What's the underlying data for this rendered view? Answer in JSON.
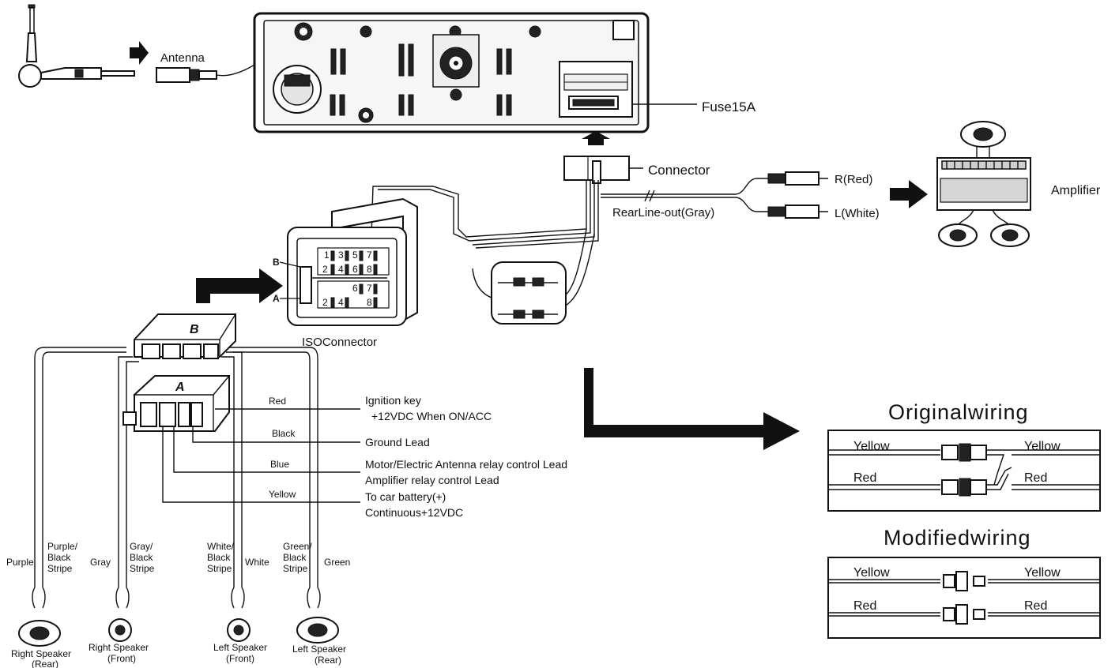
{
  "head_unit": {
    "antenna_label": "Antenna",
    "fuse_label": "Fuse15A",
    "connector_label": "Connector",
    "iso_connector_label": "ISOConnector",
    "iso_pin_label_b": "B",
    "iso_pin_label_a": "A",
    "iso_pins_b": [
      "1",
      "3",
      "5",
      "7",
      "2",
      "4",
      "6",
      "8"
    ],
    "iso_pins_a": [
      "6",
      "7",
      "2",
      "4",
      "8"
    ],
    "plug_b_letter": "B",
    "plug_a_letter": "A"
  },
  "line_out": {
    "rear_line_out_label": "RearLine-out(Gray)",
    "right_label": "R(Red)",
    "left_label": "L(White)",
    "amplifier_label": "Amplifier"
  },
  "power_leads": [
    {
      "color": "Red",
      "description_line1": "Ignition key",
      "description_line2": "+12VDC When ON/ACC"
    },
    {
      "color": "Black",
      "description_line1": "Ground Lead",
      "description_line2": ""
    },
    {
      "color": "Blue",
      "description_line1": "Motor/Electric Antenna relay control Lead",
      "description_line2": "Amplifier relay control Lead"
    },
    {
      "color": "Yellow",
      "description_line1": "To car battery(+)",
      "description_line2": "Continuous+12VDC"
    }
  ],
  "speakers": [
    {
      "name": "Right Speaker",
      "position": "(Rear)",
      "wire_neg": "Purple/ Black Stripe",
      "wire_pos": "Purple"
    },
    {
      "name": "Right Speaker",
      "position": "(Front)",
      "wire_neg": "Gray/ Black Stripe",
      "wire_pos": "Gray"
    },
    {
      "name": "Left Speaker",
      "position": "(Front)",
      "wire_neg": "White/ Black Stripe",
      "wire_pos": "White"
    },
    {
      "name": "Left Speaker",
      "position": "(Rear)",
      "wire_neg": "Green/ Black Stripe",
      "wire_pos": "Green"
    }
  ],
  "wiring_panels": {
    "original_title": "Originalwiring",
    "modified_title": "Modifiedwiring",
    "yellow_label": "Yellow",
    "red_label": "Red"
  }
}
